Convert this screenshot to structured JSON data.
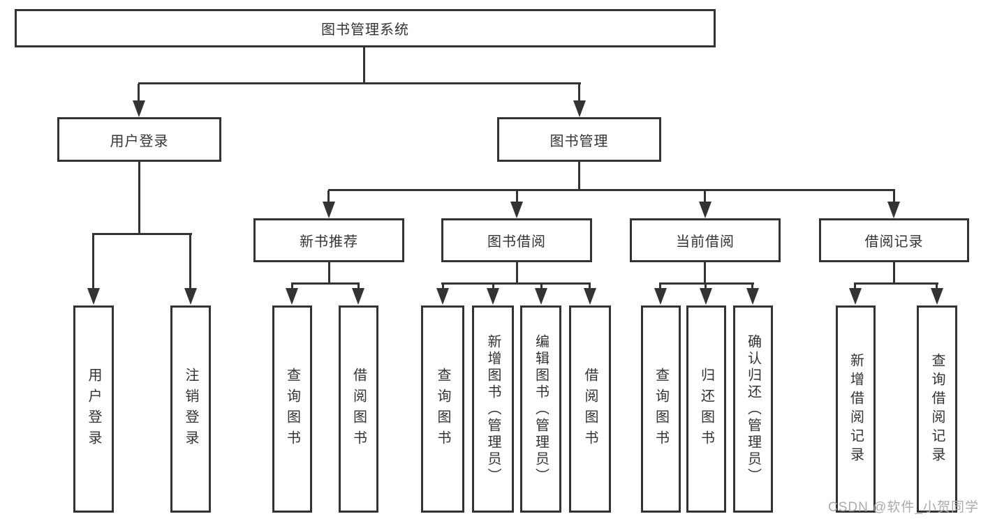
{
  "diagram": {
    "root": {
      "label": "图书管理系统"
    },
    "level2": {
      "user_login": {
        "label": "用户登录"
      },
      "book_management": {
        "label": "图书管理"
      }
    },
    "level3": {
      "new_book_recommend": {
        "label": "新书推荐"
      },
      "book_borrow": {
        "label": "图书借阅"
      },
      "current_borrow": {
        "label": "当前借阅"
      },
      "borrow_records": {
        "label": "借阅记录"
      }
    },
    "leaves": {
      "user_login": "用户登录",
      "logout": "注销登录",
      "rec_query_books": "查询图书",
      "rec_borrow_books": "借阅图书",
      "bb_query_books": "查询图书",
      "bb_add_books_admin": "新增图书（管理员）",
      "bb_edit_books_admin": "编辑图书（管理员）",
      "bb_borrow_books": "借阅图书",
      "cb_query_books": "查询图书",
      "cb_return_books": "归还图书",
      "cb_confirm_return_admin": "确认归还（管理员）",
      "br_add_record": "新增借阅记录",
      "br_query_record": "查询借阅记录"
    }
  },
  "watermark": {
    "text": "CSDN @软件_小贺同学"
  },
  "colors": {
    "line": "#333333",
    "text": "#333333",
    "watermark": "#ababab",
    "background": "#ffffff"
  }
}
